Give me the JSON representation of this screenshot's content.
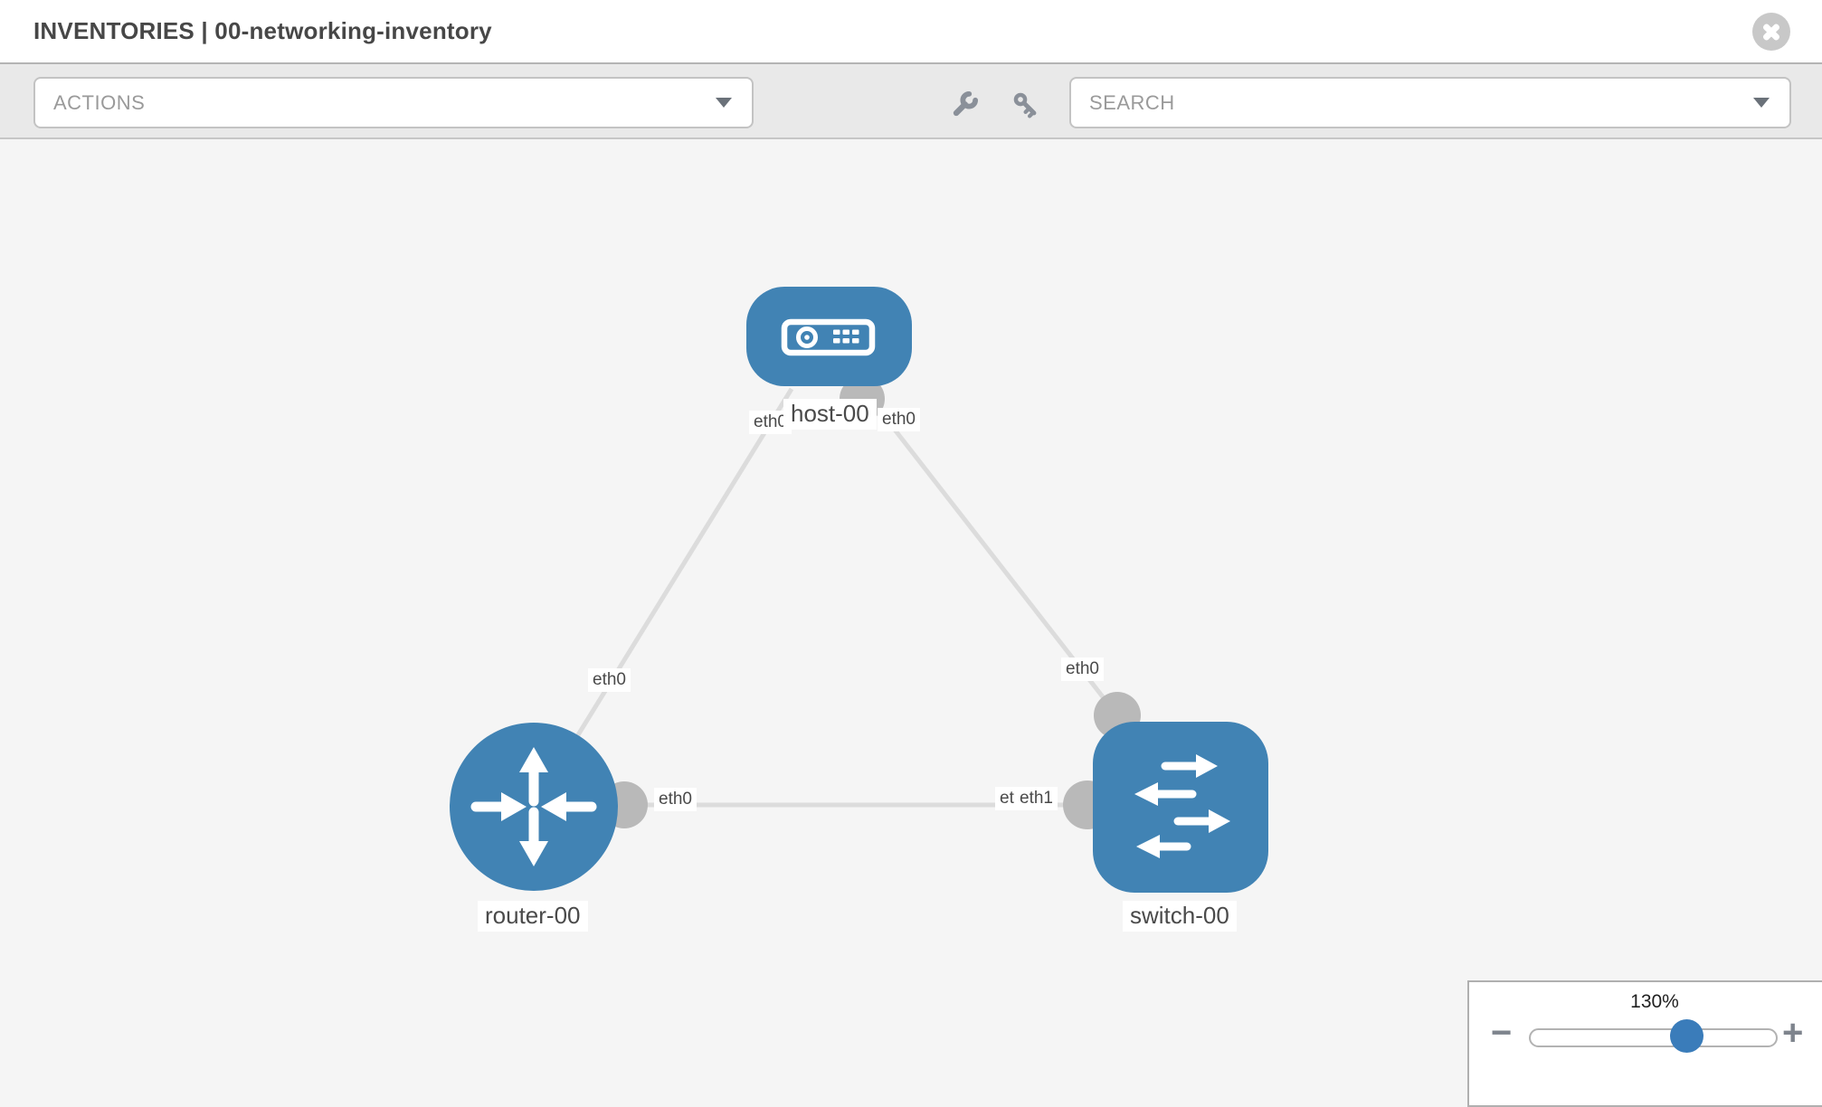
{
  "header": {
    "title": "INVENTORIES | 00-networking-inventory"
  },
  "toolbar": {
    "actions": {
      "placeholder": "ACTIONS"
    },
    "search": {
      "placeholder": "SEARCH"
    },
    "icons": [
      "wrench-icon",
      "key-icon"
    ]
  },
  "topology": {
    "nodes": [
      {
        "id": "host-00",
        "type": "host",
        "label": "host-00",
        "icon": "host-icon"
      },
      {
        "id": "router-00",
        "type": "router",
        "label": "router-00",
        "icon": "router-icon"
      },
      {
        "id": "switch-00",
        "type": "switch",
        "label": "switch-00",
        "icon": "switch-icon"
      }
    ],
    "links": [
      {
        "from": "host-00",
        "to": "router-00",
        "from_iface": "eth0",
        "to_iface": "eth0"
      },
      {
        "from": "host-00",
        "to": "switch-00",
        "from_iface": "eth0",
        "to_iface": "eth0"
      },
      {
        "from": "router-00",
        "to": "switch-00",
        "from_iface": "eth0",
        "to_iface": "eth1"
      }
    ],
    "overlapped_iface_label": "eth1"
  },
  "zoom_control": {
    "level": "130%",
    "minus": "−",
    "plus": "+"
  },
  "colors": {
    "node_blue": "#4183b4",
    "link_gray": "#dcdcdc",
    "port_gray": "#b9b9b9",
    "knob_blue": "#3a7cba",
    "toolbar_gray": "#e9e9e9"
  }
}
